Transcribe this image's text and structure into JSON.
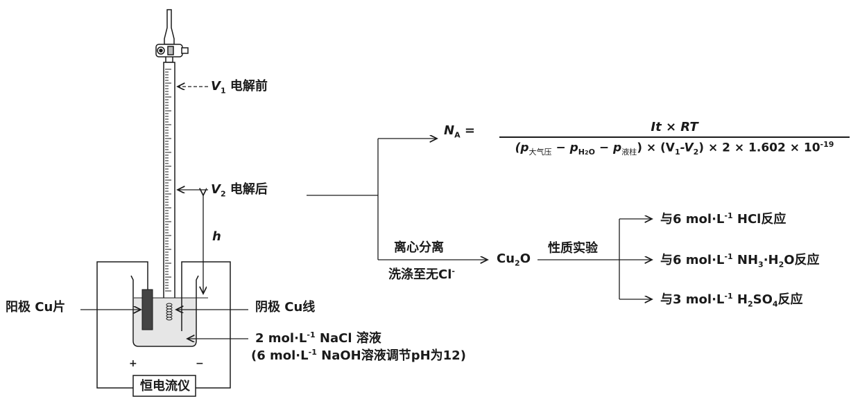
{
  "labels": {
    "v1": {
      "sym": "V",
      "sub": "1",
      "text": "电解前"
    },
    "v2": {
      "sym": "V",
      "sub": "2",
      "text": "电解后"
    },
    "h": "h",
    "anode": "阳极 Cu片",
    "cathode": "阴极 Cu线",
    "solution_line1": {
      "a": "2 mol·L",
      "sup": "-1",
      "b": " NaCl 溶液"
    },
    "solution_line2": {
      "a": "(6 mol·L",
      "sup": "-1",
      "b": " NaOH溶液调节pH为12)"
    },
    "plus": "+",
    "minus": "−",
    "power_supply": "恒电流仪"
  },
  "formula": {
    "lhs_sym": "N",
    "lhs_sub": "A",
    "eq": "=",
    "numerator": "It × RT",
    "den_open": "(p",
    "den_sub1": "大气压",
    "den_m1": " − p",
    "den_sub2a": "H",
    "den_sub2b": "2",
    "den_sub2c": "O",
    "den_m2": " − p",
    "den_sub3": "液柱",
    "den_close": ") ×  (V",
    "den_v1": "1",
    "den_dash": "-V",
    "den_v2": "2",
    "den_tail": ") × 2 × 1.602 × 10",
    "den_exp": "-19"
  },
  "separation": {
    "step1": "离心分离",
    "step2": {
      "text": "洗涤至无Cl",
      "sup": "-"
    },
    "product": {
      "a": "Cu",
      "sub": "2",
      "b": "O"
    },
    "test": "性质实验"
  },
  "reactions": [
    {
      "pre": "与6 mol·L",
      "sup": "-1",
      "post": " HCl反应"
    },
    {
      "pre": "与6 mol·L",
      "sup": "-1",
      "post": " NH",
      "sub1": "3",
      "mid": "·H",
      "sub2": "2",
      "end": "O反应"
    },
    {
      "pre": "与3 mol·L",
      "sup": "-1",
      "post": " H",
      "sub1": "2",
      "mid": "SO",
      "sub2": "4",
      "end": "反应"
    }
  ]
}
